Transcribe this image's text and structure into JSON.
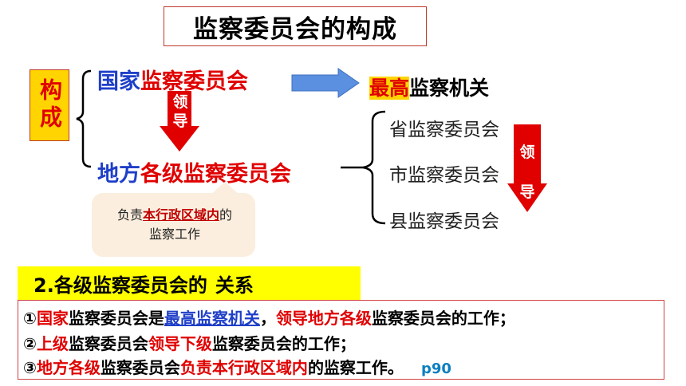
{
  "title": "监察委员会的构成",
  "composition_label": "构成",
  "national": {
    "prefix": "国家",
    "core": "监察委员会"
  },
  "arrow_lead": "领导",
  "local": {
    "prefix": "地方",
    "core": "各级监察委员会"
  },
  "highest": {
    "emph": "最高",
    "rest": "监察机关"
  },
  "sub_levels": [
    "省监察委员会",
    "市监察委员会",
    "县监察委员会"
  ],
  "note": {
    "pre": "负责",
    "emph": "本行政区域内",
    "post": "的",
    "line2": "监察工作"
  },
  "section": {
    "prefix": "2.各级监察委员会的",
    "emph": "关系"
  },
  "relations": {
    "line1": {
      "mark": "①",
      "a": "国家",
      "b": "监察委员会是",
      "c": "最高监察机关",
      "d": "，",
      "e": "领导地方各级",
      "f": "监察委员会的工作；"
    },
    "line2": {
      "mark": "②",
      "a": "上级",
      "b": "监察委员会",
      "c": "领导下级",
      "d": "监察委员会的工作；"
    },
    "line3": {
      "mark": "③",
      "a": "地方各级",
      "b": "监察委员会",
      "c": "负责本行政区域内",
      "d": "的监察工作。",
      "page": "p90"
    }
  },
  "colors": {
    "red": "#e00000",
    "blue": "#1f3fc8",
    "yellow": "#ffd400",
    "arrow_blue": "#5b8fe0"
  }
}
